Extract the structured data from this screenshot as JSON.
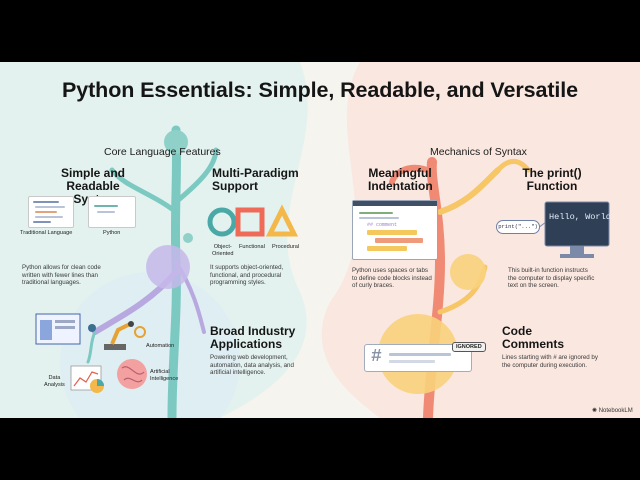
{
  "title": "Python Essentials: Simple, Readable, and Versatile",
  "left_section": "Core Language Features",
  "right_section": "Mechanics of Syntax",
  "simple": {
    "heading_l1": "Simple and",
    "heading_l2": "Readable Syntax",
    "label_traditional": "Traditional Language",
    "label_python": "Python",
    "desc_l1": "Python allows for clean code",
    "desc_l2": "written with fewer lines than",
    "desc_l3": "traditional languages."
  },
  "multi": {
    "heading_l1": "Multi-Paradigm",
    "heading_l2": "Support",
    "label_oo_l1": "Object-",
    "label_oo_l2": "Oriented",
    "label_functional": "Functional",
    "label_procedural": "Procedural",
    "desc_l1": "It supports object-oriented,",
    "desc_l2": "functional, and procedural",
    "desc_l3": "programming styles."
  },
  "broad": {
    "heading_l1": "Broad Industry",
    "heading_l2": "Applications",
    "desc_l1": "Powering web development,",
    "desc_l2": "automation, data analysis, and",
    "desc_l3": "artificial intelligence.",
    "label_automation": "Automation",
    "label_data_l1": "Data",
    "label_data_l2": "Analysis",
    "label_ai_l1": "Artificial",
    "label_ai_l2": "Intelligence"
  },
  "indent": {
    "heading_l1": "Meaningful",
    "heading_l2": "Indentation",
    "code_comment": "## comment",
    "desc_l1": "Python uses spaces or tabs",
    "desc_l2": "to define code blocks instead",
    "desc_l3": "of curly braces."
  },
  "print": {
    "heading_l1": "The print()",
    "heading_l2": "Function",
    "bubble": "print(\"...\")",
    "screen": "Hello, World!",
    "desc_l1": "This built-in function instructs",
    "desc_l2": "the computer to display specific",
    "desc_l3": "text on the screen."
  },
  "comments": {
    "heading_l1": "Code",
    "heading_l2": "Comments",
    "hash": "#",
    "badge": "IGNORED",
    "desc_l1": "Lines starting with # are ignored by",
    "desc_l2": "the computer during execution."
  },
  "brand": "NotebookLM",
  "colors": {
    "teal": "#7cc9c2",
    "purple": "#b8a8e0",
    "coral": "#f08a74",
    "yellow": "#f6c667",
    "left_bg": "#e5f3f1",
    "right_bg": "#fbe9e1"
  }
}
